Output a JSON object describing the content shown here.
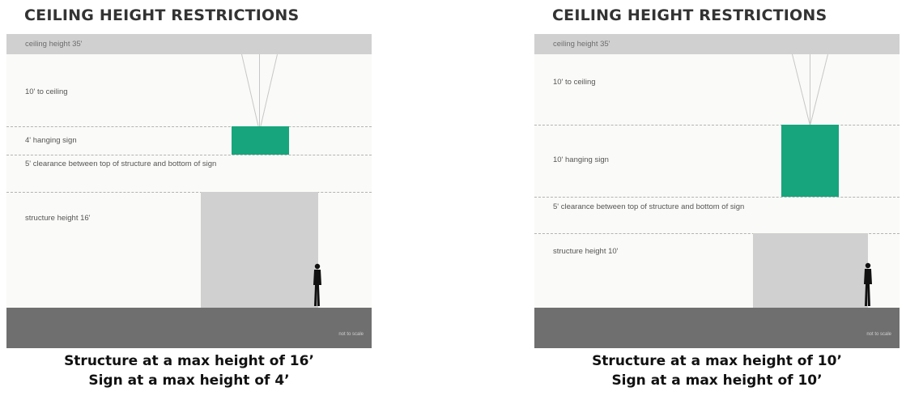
{
  "panels": [
    {
      "title": "CEILING HEIGHT RESTRICTIONS",
      "ceiling_label": "ceiling height 35'",
      "to_ceiling_label": "10' to ceiling",
      "sign_label": "4' hanging sign",
      "clearance_label": "5' clearance between top of structure and bottom of sign",
      "structure_label": "structure height 16'",
      "scale_note": "not to scale",
      "caption_line1": "Structure at a max height of 16’",
      "caption_line2": "Sign at a max height of 4’",
      "sign_color": "#16a57c"
    },
    {
      "title": "CEILING HEIGHT RESTRICTIONS",
      "ceiling_label": "ceiling height 35'",
      "to_ceiling_label": "10' to ceiling",
      "sign_label": "10' hanging sign",
      "clearance_label": "5' clearance between top of structure and bottom of sign",
      "structure_label": "structure height 10'",
      "scale_note": "not to scale",
      "caption_line1": "Structure at a max height of 10’",
      "caption_line2": "Sign at a max height of 10’",
      "sign_color": "#16a57c"
    }
  ]
}
